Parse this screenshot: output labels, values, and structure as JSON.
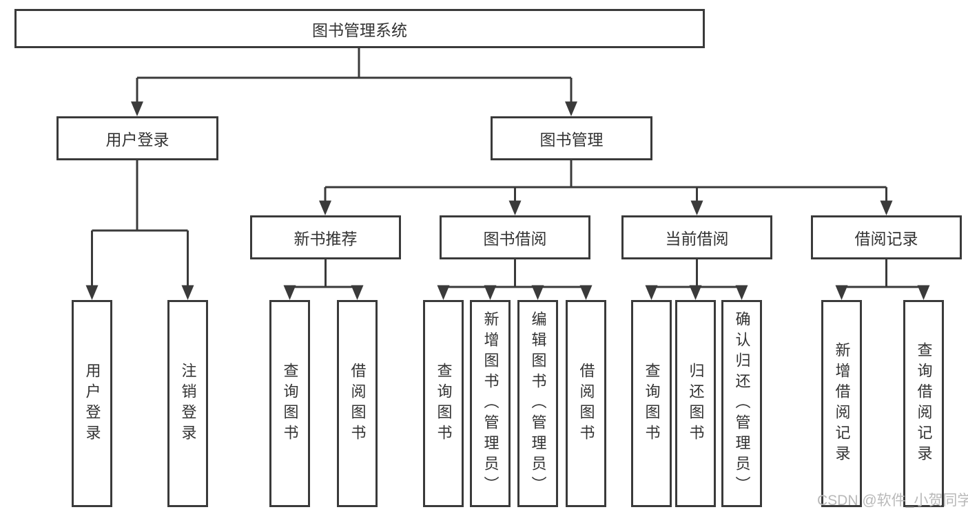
{
  "diagram": {
    "root": {
      "label": "图书管理系统"
    },
    "level1": {
      "user_login": {
        "label": "用户登录"
      },
      "book_management": {
        "label": "图书管理"
      }
    },
    "level2": {
      "new_book_recommendation": {
        "label": "新书推荐"
      },
      "book_borrowing": {
        "label": "图书借阅"
      },
      "current_borrowing": {
        "label": "当前借阅"
      },
      "borrowing_records": {
        "label": "借阅记录"
      }
    },
    "leaves": {
      "user_login": {
        "label": "用户登录"
      },
      "logout": {
        "label": "注销登录"
      },
      "rec_query_books": {
        "label": "查询图书"
      },
      "rec_borrow_books": {
        "label": "借阅图书"
      },
      "bb_query_books": {
        "label": "查询图书"
      },
      "bb_add_books_admin": {
        "label": "新增图书（管理员）"
      },
      "bb_edit_books_admin": {
        "label": "编辑图书（管理员）"
      },
      "bb_borrow_books": {
        "label": "借阅图书"
      },
      "cb_query_books": {
        "label": "查询图书"
      },
      "cb_return_books": {
        "label": "归还图书"
      },
      "cb_confirm_return_admin": {
        "label": "确认归还（管理员）"
      },
      "br_add_record": {
        "label": "新增借阅记录"
      },
      "br_query_record": {
        "label": "查询借阅记录"
      }
    },
    "watermark": {
      "text": "CSDN @软件_小贺同学"
    },
    "colors": {
      "line": "#3a3a3a",
      "text": "#333333",
      "watermark": "#b9b9b9",
      "background": "#ffffff"
    }
  }
}
